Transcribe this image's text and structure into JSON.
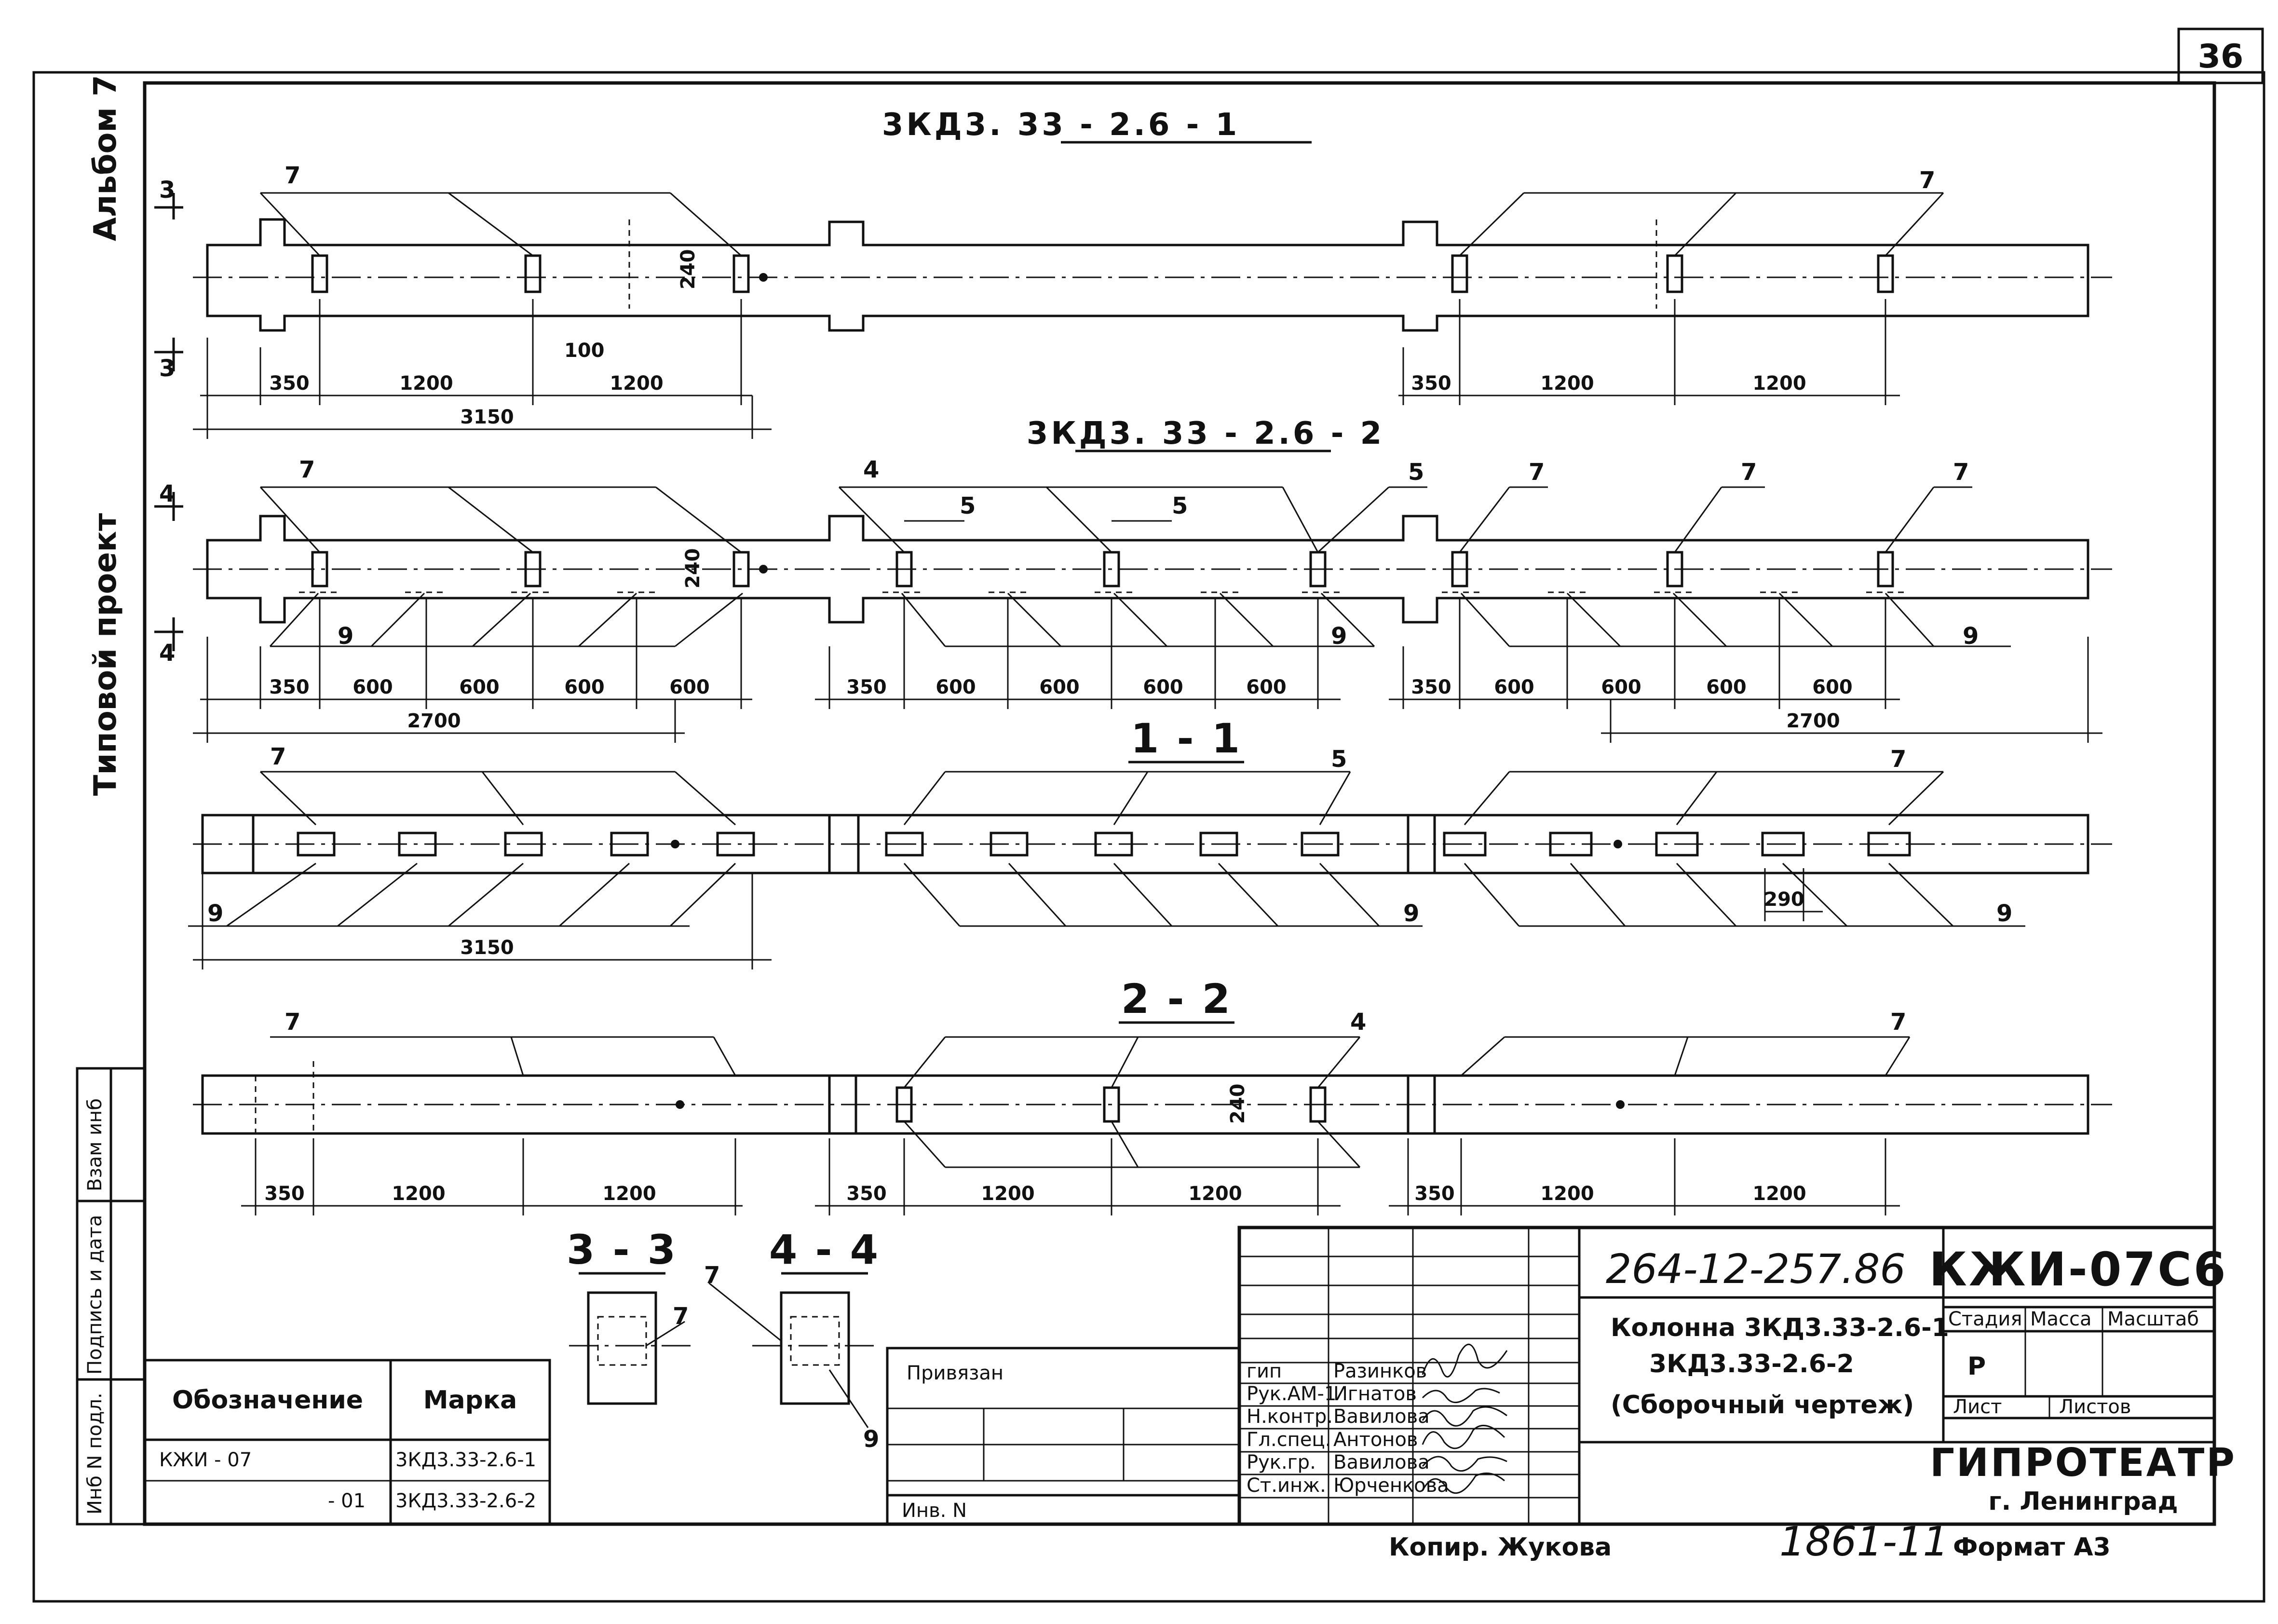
{
  "sheet_number": "36",
  "side_labels": {
    "album": "Альбом 7",
    "project": "Типовой проект"
  },
  "binding_strip": [
    "Инб N подл.",
    "Подпись и дата",
    "Взам инб"
  ],
  "views": {
    "view1": {
      "title": "3КД3. 33 - 2.6 - 1",
      "section_mark": "3",
      "lead": "7",
      "dims_left": [
        "350",
        "1200",
        "1200"
      ],
      "dim_total": "3150",
      "dim_step": "100",
      "dim_240": "240",
      "dims_right": [
        "350",
        "1200",
        "1200"
      ]
    },
    "view2": {
      "title": "3КД3. 33 - 2.6 - 2",
      "section_mark": "4",
      "lead7": "7",
      "lead4": "4",
      "lead5": "5",
      "lead9": "9",
      "dims_a": [
        "350",
        "600",
        "600",
        "600",
        "600"
      ],
      "dim_total_a": "2700",
      "dims_b": [
        "350",
        "600",
        "600",
        "600",
        "600"
      ],
      "dims_c": [
        "350",
        "600",
        "600",
        "600",
        "600"
      ],
      "dim_total_c": "2700",
      "dim_240": "240"
    },
    "view3": {
      "title": "1 - 1",
      "lead7": "7",
      "lead5": "5",
      "lead9": "9",
      "dim_total": "3150",
      "dim_290": "290"
    },
    "view4": {
      "title": "2 - 2",
      "lead7": "7",
      "lead4": "4",
      "dims_a": [
        "350",
        "1200",
        "1200"
      ],
      "dims_b": [
        "350",
        "1200",
        "1200"
      ],
      "dims_c": [
        "350",
        "1200",
        "1200"
      ],
      "dim_240": "240"
    }
  },
  "sections": {
    "s33": {
      "title": "3 - 3",
      "lead": "7"
    },
    "s44": {
      "title": "4 - 4",
      "lead7": "7",
      "lead9": "9"
    }
  },
  "spec_table": {
    "headers": [
      "Обозначение",
      "Марка"
    ],
    "rows": [
      [
        "КЖИ - 07",
        "3КД3.33-2.6-1"
      ],
      [
        "- 01",
        "3КД3.33-2.6-2"
      ]
    ]
  },
  "binding": {
    "privyazan": "Привязан",
    "inv": "Инв. N"
  },
  "title_block": {
    "roles": [
      "гип",
      "Рук.АМ-1",
      "Н.контр.",
      "Гл.спец.",
      "Рук.гр.",
      "Ст.инж."
    ],
    "names": [
      "Разинков",
      "Игнатов",
      "Вавилова",
      "Антонов",
      "Вавилова",
      "Юрченкова"
    ],
    "code": "264-12-257.86",
    "doc_code": "КЖИ-07С6",
    "description": [
      "Колонна 3КД3.33-2.6-1",
      "3КД3.33-2.6-2",
      "(Сборочный чертеж)"
    ],
    "stage_headers": [
      "Стадия",
      "Масса",
      "Масштаб"
    ],
    "stage_value": "Р",
    "sheet_headers": [
      "Лист",
      "Листов"
    ],
    "org": "ГИПРОТЕАТР",
    "city": "г. Ленинград"
  },
  "footer": {
    "copied": "Копир. Жукова",
    "number": "1861-11",
    "format": "Формат А3"
  }
}
